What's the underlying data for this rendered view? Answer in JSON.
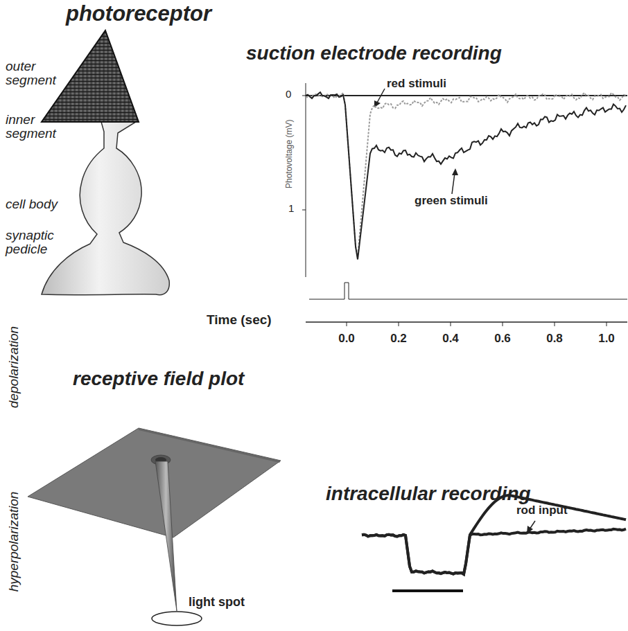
{
  "diagram": {
    "labels": [
      "photoreceptor",
      "outer segment",
      "inner segment",
      "cell body",
      "synaptic pedicle",
      "suction electrode recording",
      "red stimuli",
      "green stimuli",
      "0",
      "1",
      "Photovoltage (mV)",
      "Time (sec)",
      "0.0",
      "0.2",
      "0.4",
      "0.6",
      "0.8",
      "1.0",
      "receptive field plot",
      "depolarization",
      "hyperpolarization",
      "light spot",
      "intracellular recording",
      "rod input"
    ]
  }
}
